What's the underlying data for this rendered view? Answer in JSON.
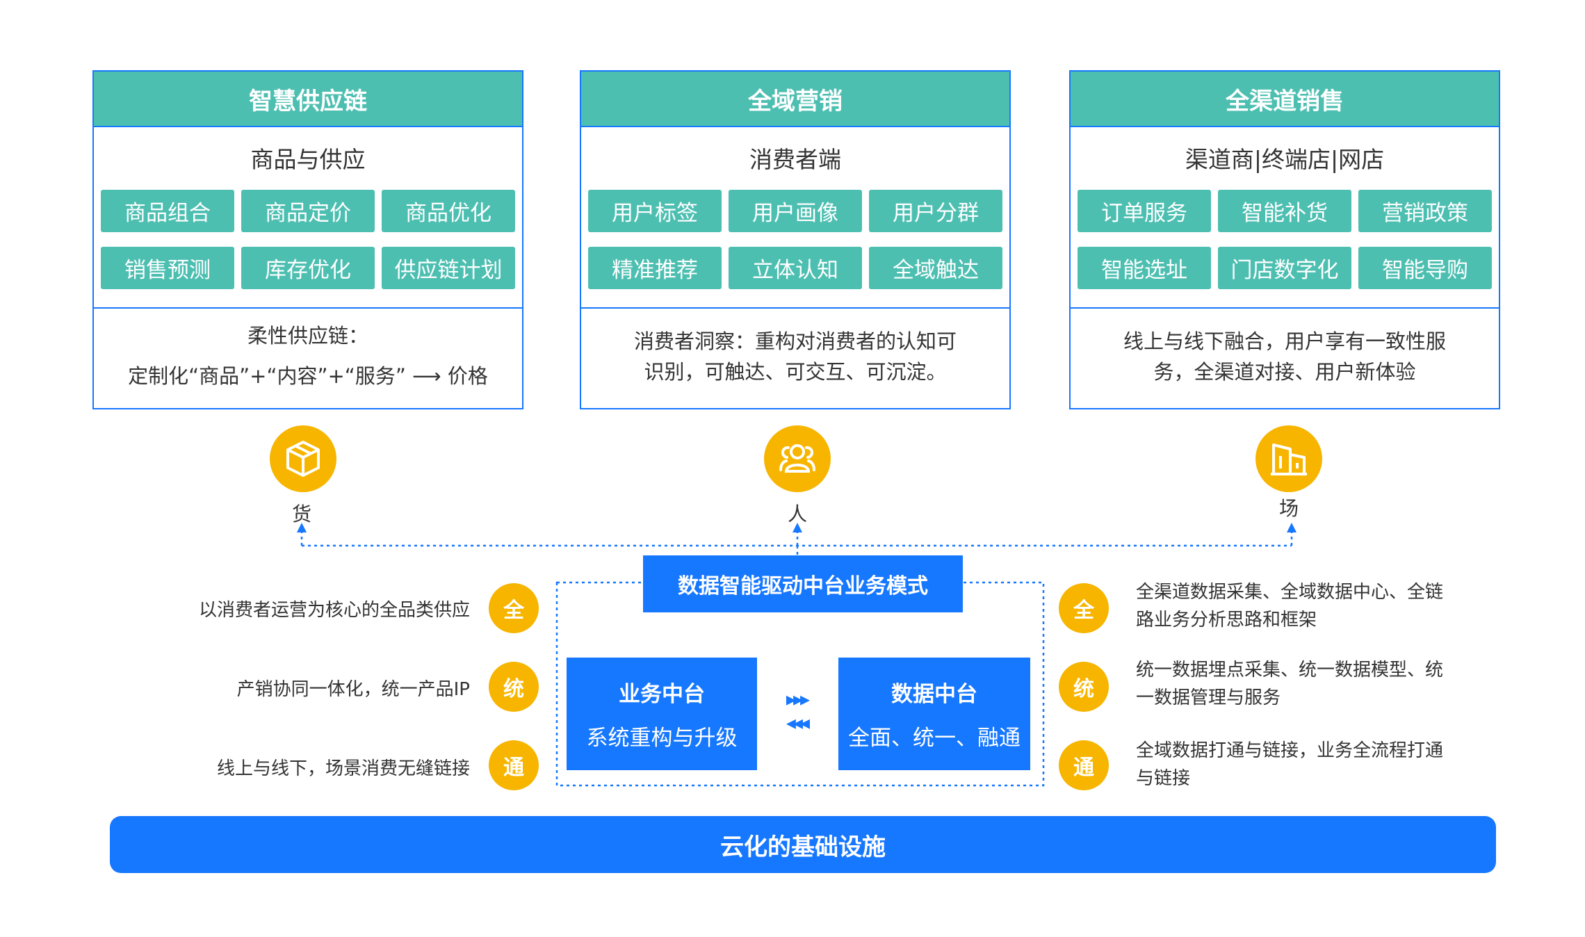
{
  "panels": [
    {
      "title": "智慧供应链",
      "subtitle": "商品与供应",
      "tags": [
        "商品组合",
        "商品定价",
        "商品优化",
        "销售预测",
        "库存优化",
        "供应链计划"
      ],
      "desc": [
        "柔性供应链：",
        "定制化“商品”+“内容”+“服务”  ⟶  价格"
      ]
    },
    {
      "title": "全域营销",
      "subtitle": "消费者端",
      "tags": [
        "用户标签",
        "用户画像",
        "用户分群",
        "精准推荐",
        "立体认知",
        "全域触达"
      ],
      "desc": [
        "消费者洞察：重构对消费者的认知可",
        "识别，可触达、可交互、可沉淀。"
      ]
    },
    {
      "title": "全渠道销售",
      "subtitle": "渠道商|终端店|网店",
      "tags": [
        "订单服务",
        "智能补货",
        "营销政策",
        "智能选址",
        "门店数字化",
        "智能导购"
      ],
      "desc": [
        "线上与线下融合，用户享有一致性服",
        "务，全渠道对接、用户新体验"
      ]
    }
  ],
  "icons": [
    {
      "label": "货",
      "icon": "box-icon"
    },
    {
      "label": "人",
      "icon": "people-icon"
    },
    {
      "label": "场",
      "icon": "building-icon"
    }
  ],
  "center": {
    "title": "数据智能驱动中台业务模式",
    "left_box": {
      "title": "业务中台",
      "subtitle": "系统重构与升级"
    },
    "right_box": {
      "title": "数据中台",
      "subtitle": "全面、统一、融通"
    },
    "arrows_right": "▸▸▸",
    "arrows_left": "◂◂◂"
  },
  "left_features": [
    {
      "badge": "全",
      "text": "以消费者运营为核心的全品类供应"
    },
    {
      "badge": "统",
      "text": "产销协同一体化，统一产品IP"
    },
    {
      "badge": "通",
      "text": "线上与线下，场景消费无缝链接"
    }
  ],
  "right_features": [
    {
      "badge": "全",
      "lines": [
        "全渠道数据采集、全域数据中心、全链",
        "路业务分析思路和框架"
      ]
    },
    {
      "badge": "统",
      "lines": [
        "统一数据埋点采集、统一数据模型、统",
        "一数据管理与服务"
      ]
    },
    {
      "badge": "通",
      "lines": [
        "全域数据打通与链接，业务全流程打通",
        "与链接"
      ]
    }
  ],
  "bottom_bar": "云化的基础设施",
  "colors": {
    "teal": "#4dbfb1",
    "blue": "#1677ff",
    "yellow": "#f7b500"
  }
}
